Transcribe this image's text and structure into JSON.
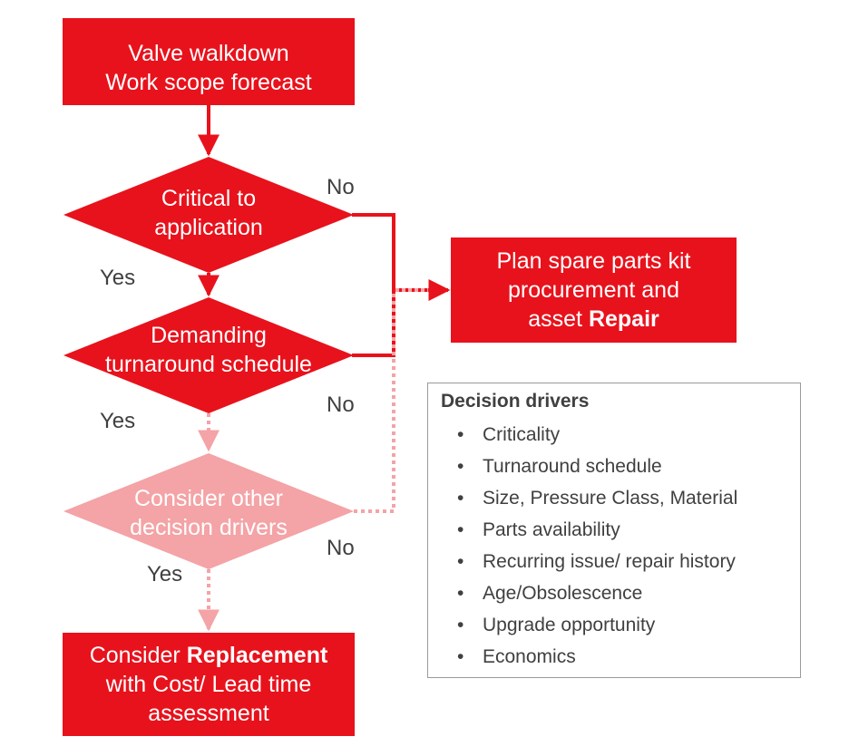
{
  "nodes": {
    "walkdown": {
      "line1": "Valve walkdown",
      "line2": "Work scope forecast"
    },
    "critical": {
      "line1": "Critical to",
      "line2": "application"
    },
    "demanding": {
      "line1": "Demanding",
      "line2": "turnaround schedule"
    },
    "consider_other": {
      "line1": "Consider other",
      "line2": "decision drivers"
    },
    "plan_repair": {
      "line1": "Plan spare parts kit",
      "line2": "procurement and",
      "line3_pre": "asset ",
      "line3_bold": "Repair"
    },
    "replacement": {
      "line1_pre": "Consider ",
      "line1_bold": "Replacement",
      "line2": "with Cost/ Lead time",
      "line3": "assessment"
    }
  },
  "labels": {
    "no": "No",
    "yes": "Yes"
  },
  "decision_drivers": {
    "title": "Decision drivers",
    "bullet": "•",
    "items": [
      "Criticality",
      "Turnaround schedule",
      "Size, Pressure Class, Material",
      "Parts availability",
      "Recurring issue/ repair history",
      "Age/Obsolescence",
      "Upgrade opportunity",
      "Economics"
    ]
  },
  "colors": {
    "primary_red": "#e8121c",
    "light_red": "#f4a3a6",
    "dotted_red": "#f4a3a6",
    "text_gray": "#404040",
    "box_border": "#9a9a9a"
  }
}
